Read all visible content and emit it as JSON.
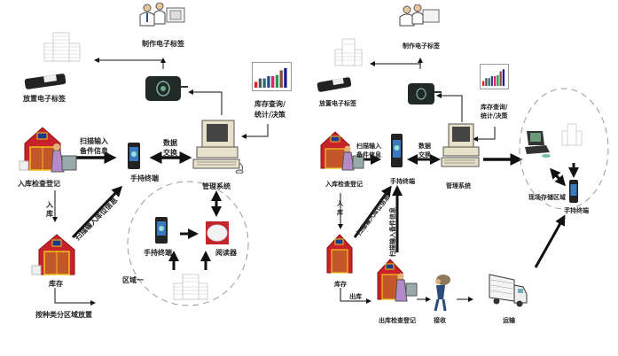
{
  "left_panel": {
    "make_tag": "制作电子标签",
    "place_tag": "放置电子标签",
    "query_stats": [
      "库存查询/",
      "统计/决策"
    ],
    "scan_input": [
      "扫描输入",
      "备件信息"
    ],
    "data_exchange": [
      "数据",
      "交换"
    ],
    "handheld": "手持终端",
    "inbound_check": "入库检查登记",
    "mgmt_system": "管理系统",
    "into_storage": [
      "入",
      "库"
    ],
    "scan_location": "扫描输入库位信息",
    "inventory": "库存",
    "zone_place": "按种类分区域放置",
    "zone_one": "区域一",
    "handheld_zone": "手持终端",
    "reader": "阅读器"
  },
  "right_panel": {
    "make_tag": "制作电子标签",
    "place_tag": "放置电子标签",
    "query_stats": [
      "库存查询/",
      "统计/决策"
    ],
    "scan_input": [
      "扫描输入",
      "备件信息"
    ],
    "data_exchange": [
      "数据",
      "交换"
    ],
    "handheld": "手持终端",
    "inbound_check": "入库检查登记",
    "mgmt_system": "管理系统",
    "into_storage": [
      "入",
      "库"
    ],
    "scan_location": "扫描输入库位信息",
    "scan_parts": "扫描输入备件信息",
    "inventory": "库存",
    "outbound": "出库",
    "outbound_check": "出库检查登记",
    "receive": "接收",
    "transport": "运输",
    "site_storage": "现场存储区域",
    "handheld_site": "手持终端"
  },
  "colors": {
    "barn_red": "#c8222a",
    "barn_trim": "#f2c21a",
    "reader_bg": "#c0262c",
    "device_dark": "#1f2a26",
    "chart_bars": [
      "#e02020",
      "#555555",
      "#2c6a7a",
      "#2e4a8a",
      "#e0206a",
      "#1a9a4a",
      "#8a4a3a",
      "#1a1a8a"
    ]
  }
}
